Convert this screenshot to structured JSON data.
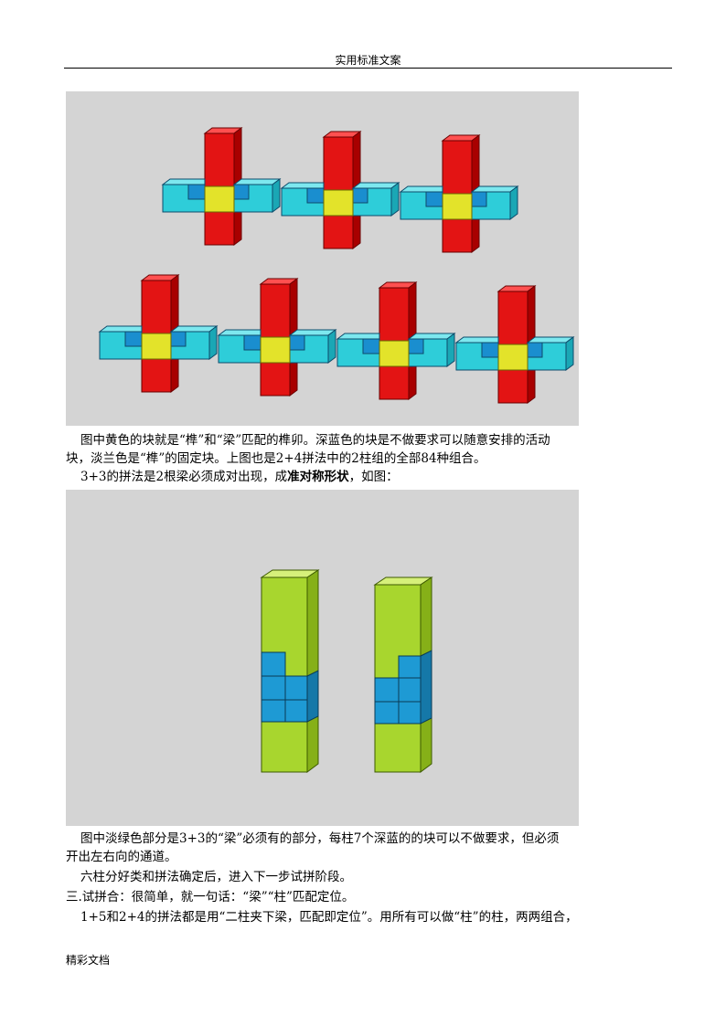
{
  "header": {
    "title": "实用标准文案"
  },
  "figures": {
    "cross_assemblies": {
      "count": 7,
      "colors": {
        "column": "#e31414",
        "beam_light": "#2ecdd9",
        "beam_dark": "#1a8ecf",
        "tenon": "#e3e32a",
        "background": "#d4d4d4"
      }
    },
    "paired_columns": {
      "count": 2,
      "colors": {
        "light_green": "#a8d62e",
        "dark_blue": "#1e9ad4",
        "background": "#d4d4d4"
      }
    }
  },
  "paragraphs": {
    "p1_line1": "图中黄色的块就是“榫”和“梁”匹配的榫卯。深蓝色的块是不做要求可以随意安排的活动",
    "p1_line2": "块，淡兰色是“榫”的固定块。上图也是2+4拼法中的2柱组的全部84种组合。",
    "p2_prefix": "3+3的拼法是2根梁必须成对出现，成",
    "p2_bold": "准对称形状",
    "p2_suffix": "，如图：",
    "p3_line1": "图中淡绿色部分是3+3的“梁”必须有的部分，每柱7个深蓝的的块可以不做要求，但必须",
    "p3_line2": "开出左右向的通道。",
    "p4": "六柱分好类和拼法确定后，进入下一步试拼阶段。",
    "p5": "三.试拼合：很简单，就一句话：“梁”“柱”匹配定位。",
    "p6": "1+5和2+4的拼法都是用“二柱夹下梁，匹配即定位”。用所有可以做“柱”的柱，两两组合，"
  },
  "footer": {
    "label": "精彩文档"
  }
}
